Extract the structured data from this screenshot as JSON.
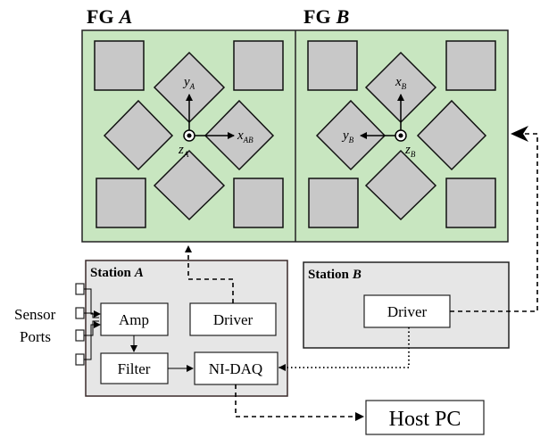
{
  "fg_a": {
    "title_prefix": "FG",
    "title_letter": "A",
    "axes": {
      "y": "y",
      "y_sub": "A",
      "x": "x",
      "x_sub": "AB",
      "z": "z",
      "z_sub": "A"
    }
  },
  "fg_b": {
    "title_prefix": "FG",
    "title_letter": "B",
    "axes": {
      "y": "y",
      "y_sub": "B",
      "x": "x",
      "x_sub": "B",
      "z": "z",
      "z_sub": "B"
    }
  },
  "station_a": {
    "title_prefix": "Station",
    "title_letter": "A",
    "amp": "Amp",
    "driver": "Driver",
    "filter": "Filter",
    "daq": "NI-DAQ"
  },
  "station_b": {
    "title_prefix": "Station",
    "title_letter": "B",
    "driver": "Driver"
  },
  "sensor_ports": {
    "line1": "Sensor",
    "line2": "Ports"
  },
  "host_pc": "Host PC",
  "colors": {
    "panel_green": "#c8e6c0",
    "station_gray": "#e6e6e6",
    "tile_gray": "#c8c8c8",
    "box_white": "#ffffff"
  }
}
